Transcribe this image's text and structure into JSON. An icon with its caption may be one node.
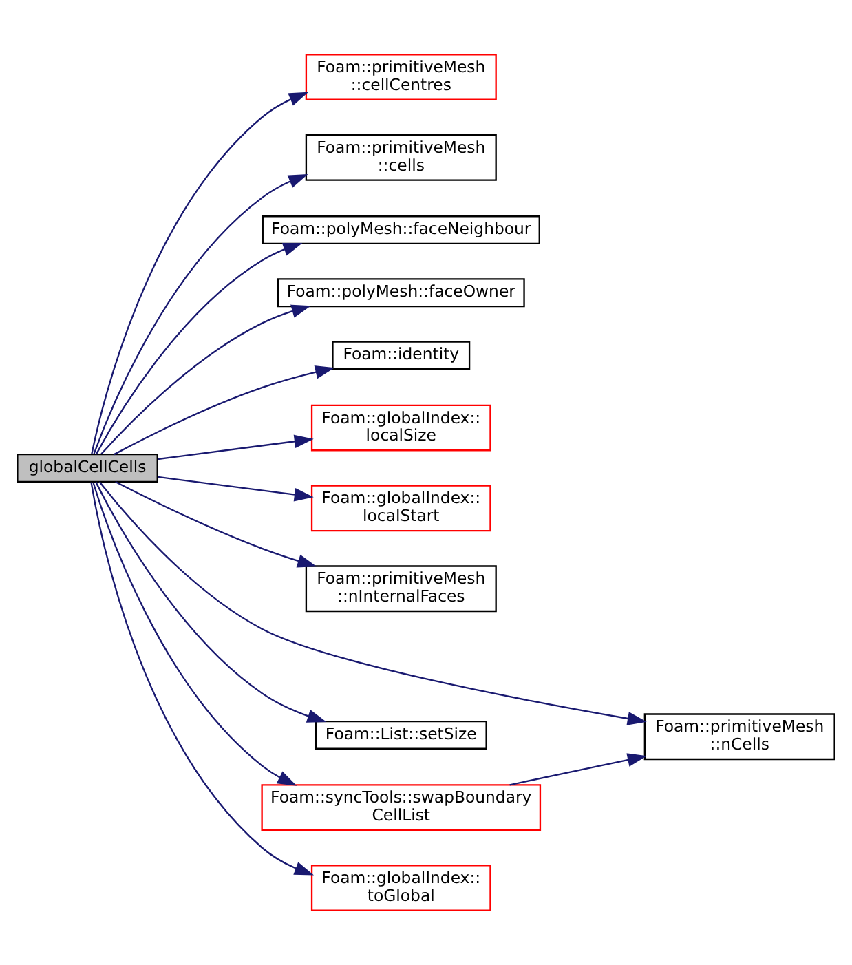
{
  "diagram": {
    "nodes": [
      {
        "text": [
          "globalCellCells"
        ]
      },
      {
        "text": [
          "Foam::primitiveMesh ::cellCentres"
        ]
      },
      {
        "text": [
          "Foam::primitiveMesh ::cells"
        ]
      },
      {
        "text": [
          "Foam::polyMesh::faceNeighbour"
        ]
      },
      {
        "text": [
          "Foam::polyMesh::faceOwner"
        ]
      },
      {
        "text": [
          "Foam::identity"
        ]
      },
      {
        "text": [
          "Foam::globalIndex:: localSize"
        ]
      },
      {
        "text": [
          "Foam::globalIndex:: localStart"
        ]
      },
      {
        "text": [
          "Foam::primitiveMesh ::nInternalFaces"
        ]
      },
      {
        "text": [
          "Foam::primitiveMesh ::nCells"
        ]
      },
      {
        "text": [
          "Foam::List::setSize"
        ]
      },
      {
        "text": [
          "Foam::syncTools::swapBoundary CellList"
        ]
      },
      {
        "text": [
          "Foam::globalIndex:: toGlobal"
        ]
      }
    ],
    "edges": [
      {
        "from": 0,
        "to": 1,
        "arrow": "to"
      },
      {
        "from": 0,
        "to": 2,
        "arrow": "to"
      },
      {
        "from": 0,
        "to": 3,
        "arrow": "to"
      },
      {
        "from": 0,
        "to": 4,
        "arrow": "to"
      },
      {
        "from": 0,
        "to": 5,
        "arrow": "to"
      },
      {
        "from": 0,
        "to": 6,
        "arrow": "to"
      },
      {
        "from": 0,
        "to": 7,
        "arrow": "to"
      },
      {
        "from": 0,
        "to": 9,
        "arrow": "to"
      },
      {
        "from": 0,
        "to": 8,
        "arrow": "to"
      },
      {
        "from": 0,
        "to": 10,
        "arrow": "to"
      },
      {
        "from": 0,
        "to": 11,
        "arrow": "to"
      },
      {
        "from": 0,
        "to": 12,
        "arrow": "to"
      },
      {
        "from": 11,
        "to": 9,
        "arrow": "to"
      }
    ]
  }
}
